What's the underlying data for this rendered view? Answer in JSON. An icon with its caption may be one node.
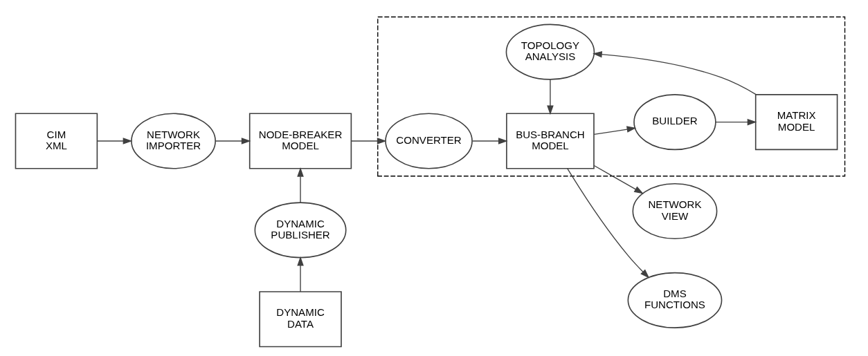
{
  "diagram": {
    "nodes": [
      {
        "text": [
          "CIM XML"
        ]
      },
      {
        "text": [
          "NETWORK IMPORTER"
        ]
      },
      {
        "text": [
          "NODE-BREAKER MODEL"
        ]
      },
      {
        "text": [],
        "shape": "box"
      },
      {
        "text": [
          "TOPOLOGY ANALYSIS"
        ],
        "in": 3
      },
      {
        "text": [
          "CONVERTER"
        ],
        "in": 3
      },
      {
        "text": [
          "BUS-BRANCH MODEL"
        ],
        "in": 3
      },
      {
        "text": [
          "BUILDER"
        ],
        "in": 3
      },
      {
        "text": [
          "MATRIX MODEL"
        ],
        "in": 3
      },
      {
        "text": [
          "DYNAMIC PUBLISHER"
        ]
      },
      {
        "text": [
          "NETWORK VIEW"
        ]
      },
      {
        "text": [
          "DMS FUNCTIONS"
        ]
      },
      {
        "text": [
          "DYNAMIC DATA"
        ]
      }
    ],
    "edges": [
      {
        "from": 0,
        "to": 1,
        "arrow": "to"
      },
      {
        "from": 1,
        "to": 2,
        "arrow": "to"
      },
      {
        "from": 2,
        "to": 5,
        "arrow": "to"
      },
      {
        "from": 5,
        "to": 6,
        "arrow": "to"
      },
      {
        "from": 6,
        "to": 7,
        "arrow": "to"
      },
      {
        "from": 7,
        "to": 8,
        "arrow": "to"
      },
      {
        "from": 8,
        "to": 4,
        "arrow": "to"
      },
      {
        "from": 4,
        "to": 6,
        "arrow": "to"
      },
      {
        "from": 12,
        "to": 9,
        "arrow": "to"
      },
      {
        "from": 9,
        "to": 2,
        "arrow": "to"
      },
      {
        "from": 6,
        "to": 10,
        "arrow": "to"
      },
      {
        "from": 6,
        "to": 11,
        "arrow": "to"
      }
    ]
  }
}
